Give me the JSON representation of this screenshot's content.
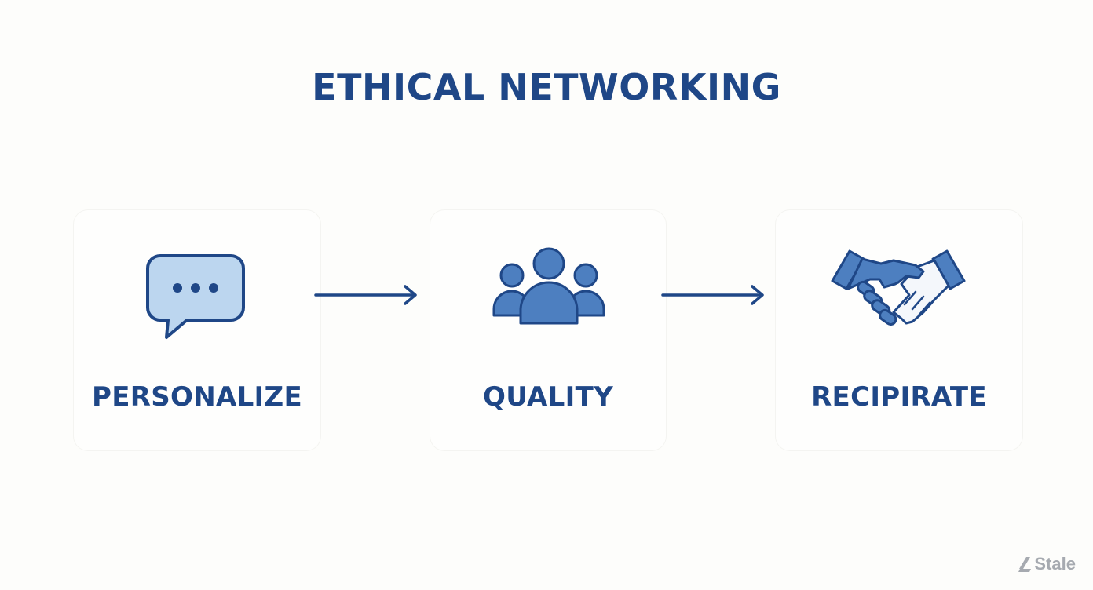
{
  "title": "ETHICAL NETWORKING",
  "steps": [
    {
      "label": "PERSONALIZE",
      "icon": "speech-bubble-icon"
    },
    {
      "label": "QUALITY",
      "icon": "people-group-icon"
    },
    {
      "label": "RECIPIRATE",
      "icon": "handshake-icon"
    }
  ],
  "brand": "Stale",
  "colors": {
    "primary": "#1f4787",
    "icon_fill": "#4d7fc0",
    "bubble_fill": "#bcd6ef",
    "background": "#fdfdfb"
  }
}
